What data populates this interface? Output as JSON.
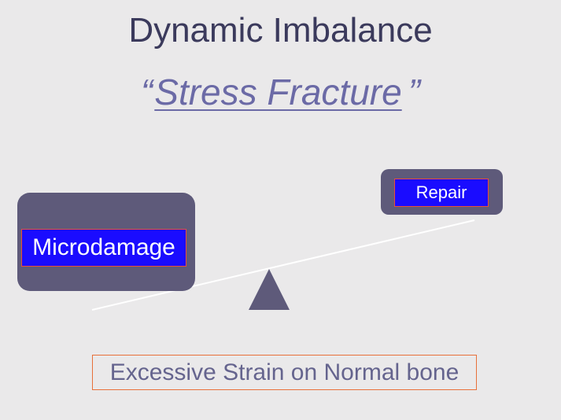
{
  "title": "Dynamic Imbalance",
  "subtitle": {
    "open_quote": "“",
    "text": "Stress Fracture",
    "close_quote": "”"
  },
  "left_box": {
    "label": "Microdamage"
  },
  "right_box": {
    "label": "Repair"
  },
  "footer": {
    "text": "Excessive Strain on Normal bone"
  },
  "colors": {
    "background": "#eae9ea",
    "title": "#3b3a5c",
    "subtitle": "#6b6aa6",
    "box_fill": "#5e5a7a",
    "label_fill": "#1a0cff",
    "label_border": "#e8503a",
    "fulcrum": "#5e5a7a",
    "beam": "#ffffff"
  }
}
